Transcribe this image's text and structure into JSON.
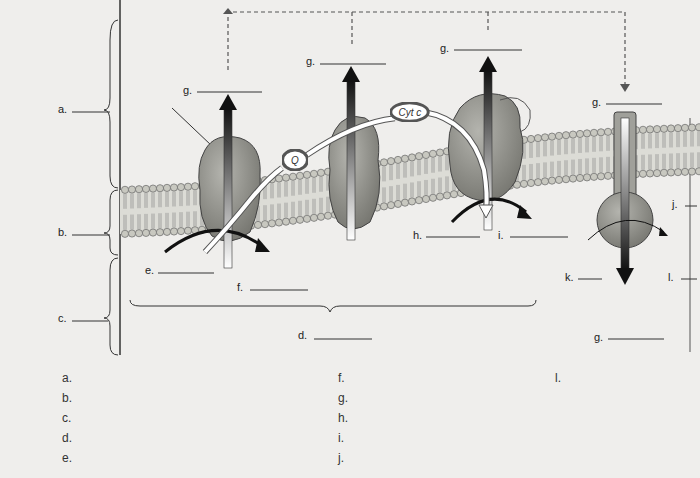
{
  "diagram": {
    "nodes": [
      {
        "text": [
          "Q"
        ]
      },
      {
        "text": [
          "Cyt c"
        ]
      }
    ],
    "edges": [
      {
        "from": 0,
        "to": 1,
        "arrow": "none"
      }
    ],
    "labels": [
      "a.",
      "b.",
      "c.",
      "d.",
      "e.",
      "f.",
      "g.",
      "g.",
      "g.",
      "g.",
      "h.",
      "i.",
      "j.",
      "k.",
      "l.",
      "g.",
      "a.",
      "b.",
      "c.",
      "d.",
      "e.",
      "f.",
      "g.",
      "h.",
      "i.",
      "j.",
      "l."
    ]
  }
}
